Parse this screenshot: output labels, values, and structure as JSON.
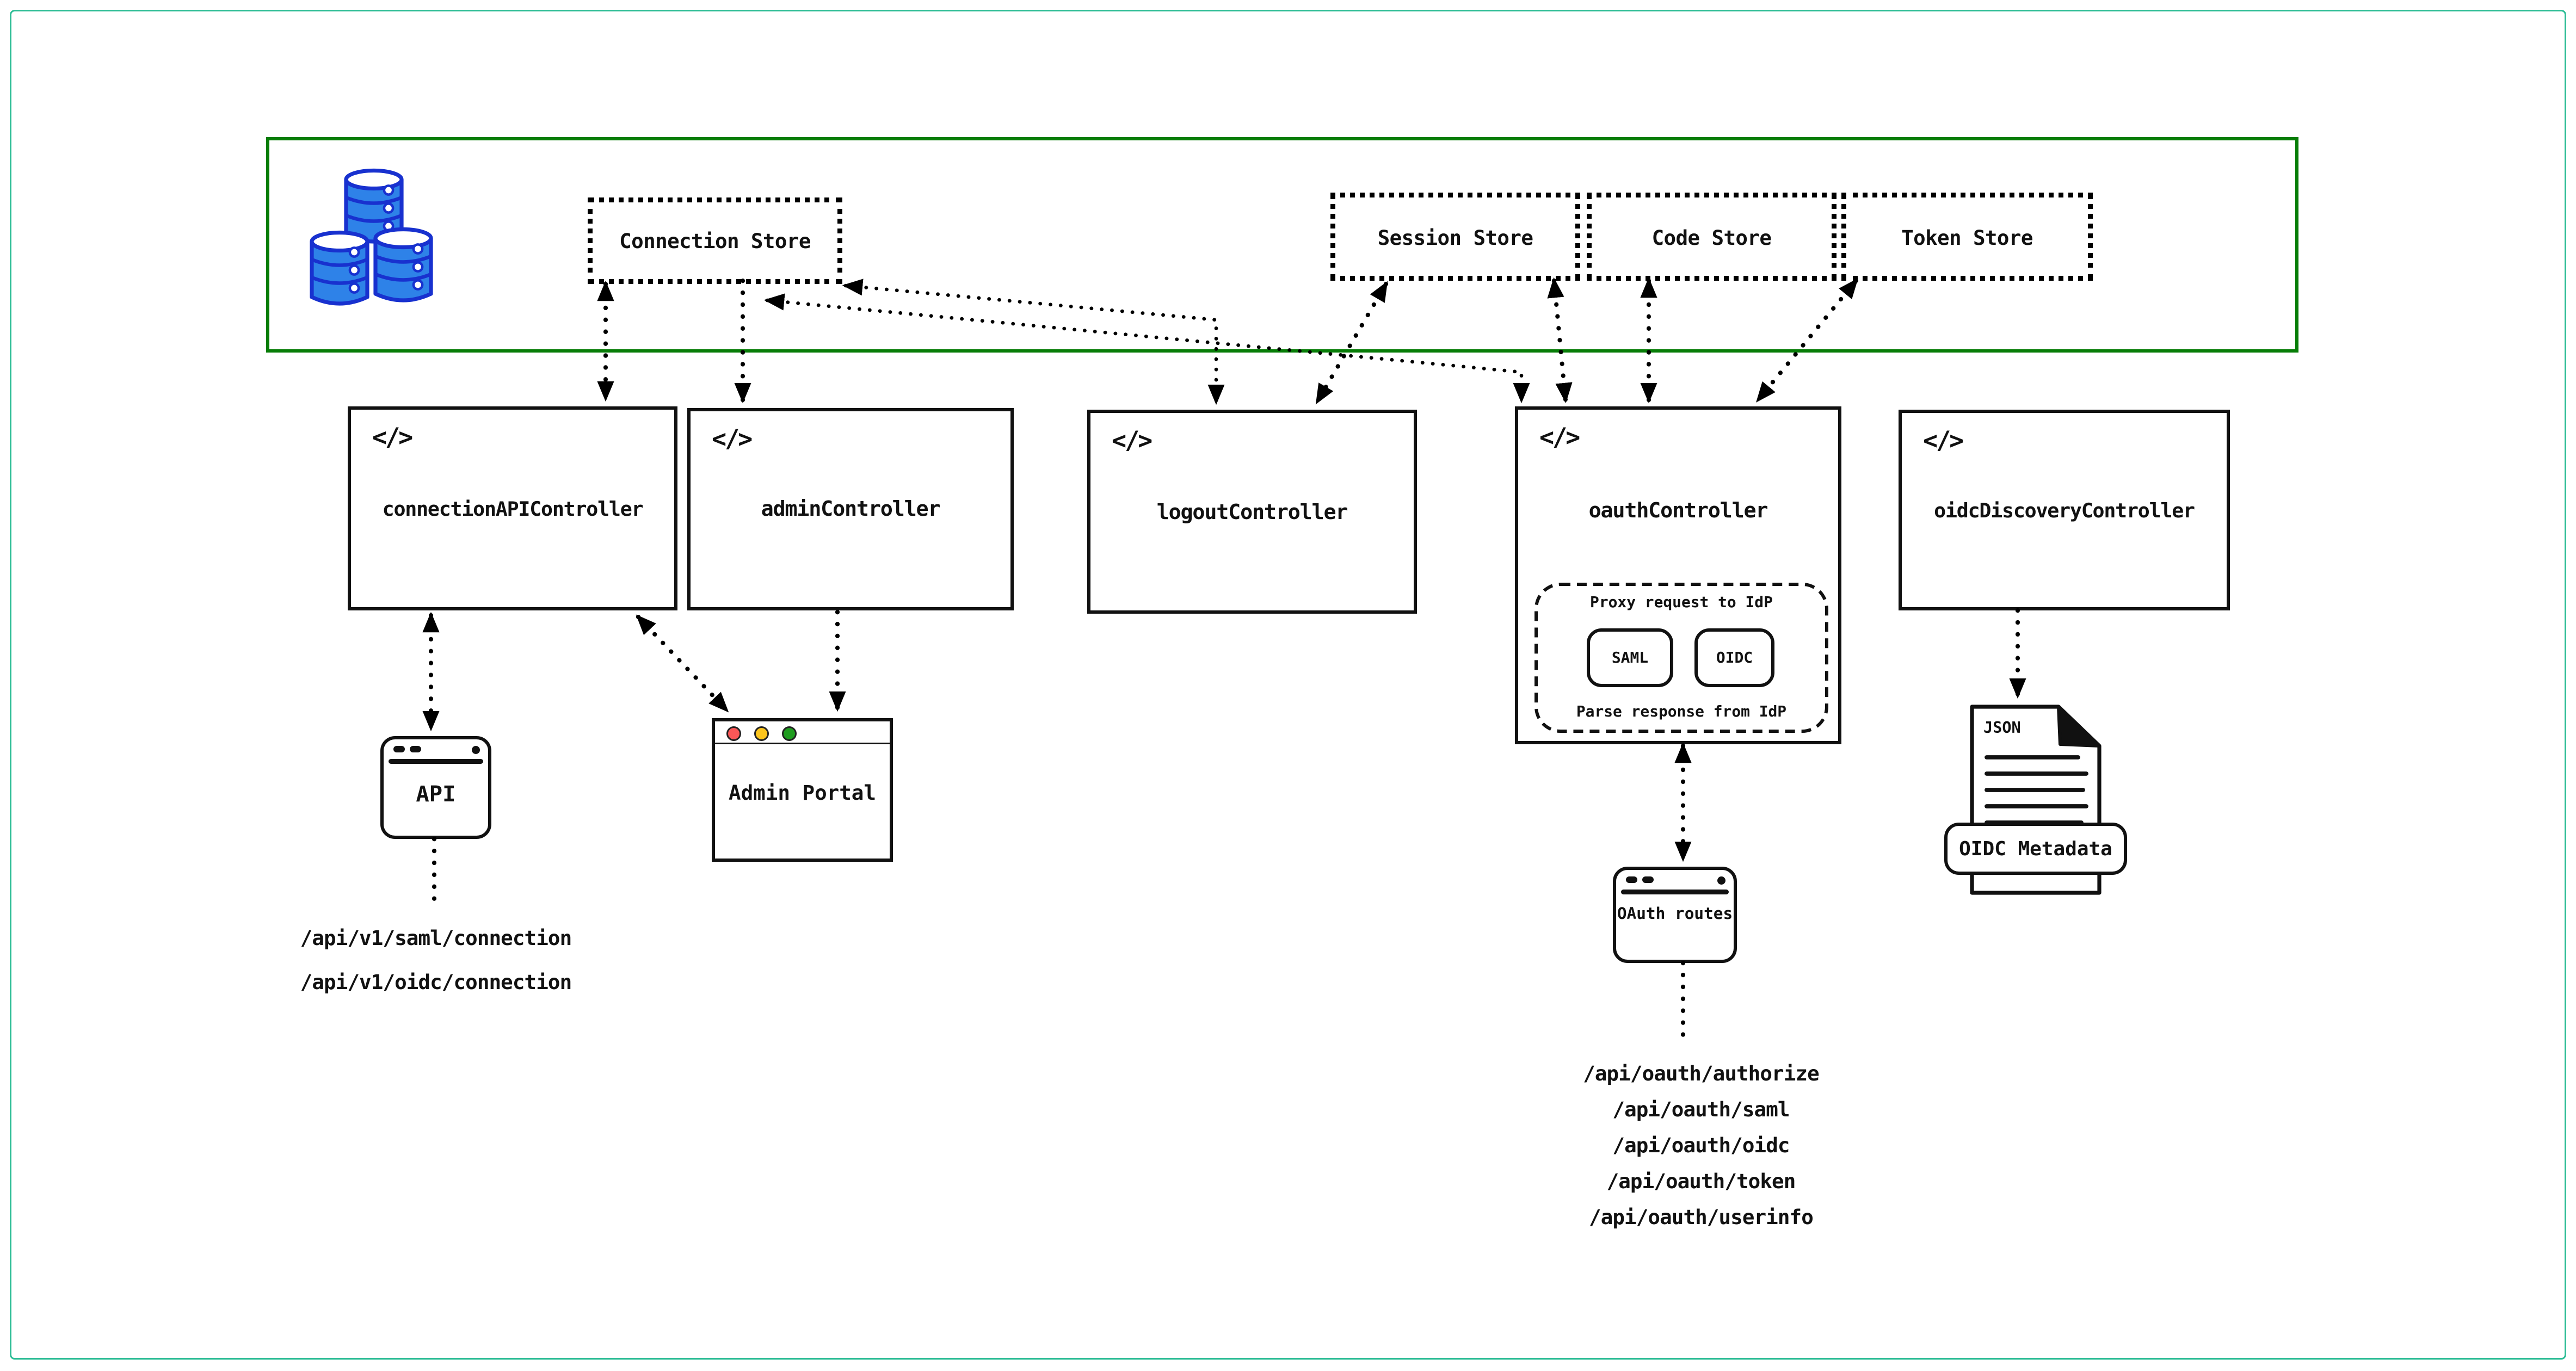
{
  "stores": [
    {
      "label": "Connection Store"
    },
    {
      "label": "Session Store"
    },
    {
      "label": "Code Store"
    },
    {
      "label": "Token Store"
    }
  ],
  "controllers": [
    {
      "label": "connectionAPIController"
    },
    {
      "label": "adminController"
    },
    {
      "label": "logoutController"
    },
    {
      "label": "oauthController"
    },
    {
      "label": "oidcDiscoveryController"
    }
  ],
  "code_icon_glyph": "</>",
  "oauth_internal": {
    "proxy_label": "Proxy request to IdP",
    "parse_label": "Parse response from IdP",
    "protocols": [
      {
        "label": "SAML"
      },
      {
        "label": "OIDC"
      }
    ]
  },
  "api_window": {
    "label": "API"
  },
  "admin_portal": {
    "label": "Admin Portal"
  },
  "oauth_routes_window": {
    "label": "OAuth routes"
  },
  "oidc_document": {
    "file_type": "JSON",
    "label": "OIDC Metadata"
  },
  "api_endpoints": [
    "/api/v1/saml/connection",
    "/api/v1/oidc/connection"
  ],
  "oauth_endpoints": [
    "/api/oauth/authorize",
    "/api/oauth/saml",
    "/api/oauth/oidc",
    "/api/oauth/token",
    "/api/oauth/userinfo"
  ],
  "icons": {
    "database_icon": "blue stacked database barrels",
    "traffic_lights": [
      "#fa5757",
      "#fcc51e",
      "#1f9c1f"
    ]
  },
  "colors": {
    "page_frame": "#2ebd96",
    "store_container": "#077d07",
    "db_fill": "#2e82e8",
    "db_stroke": "#1831cf"
  }
}
